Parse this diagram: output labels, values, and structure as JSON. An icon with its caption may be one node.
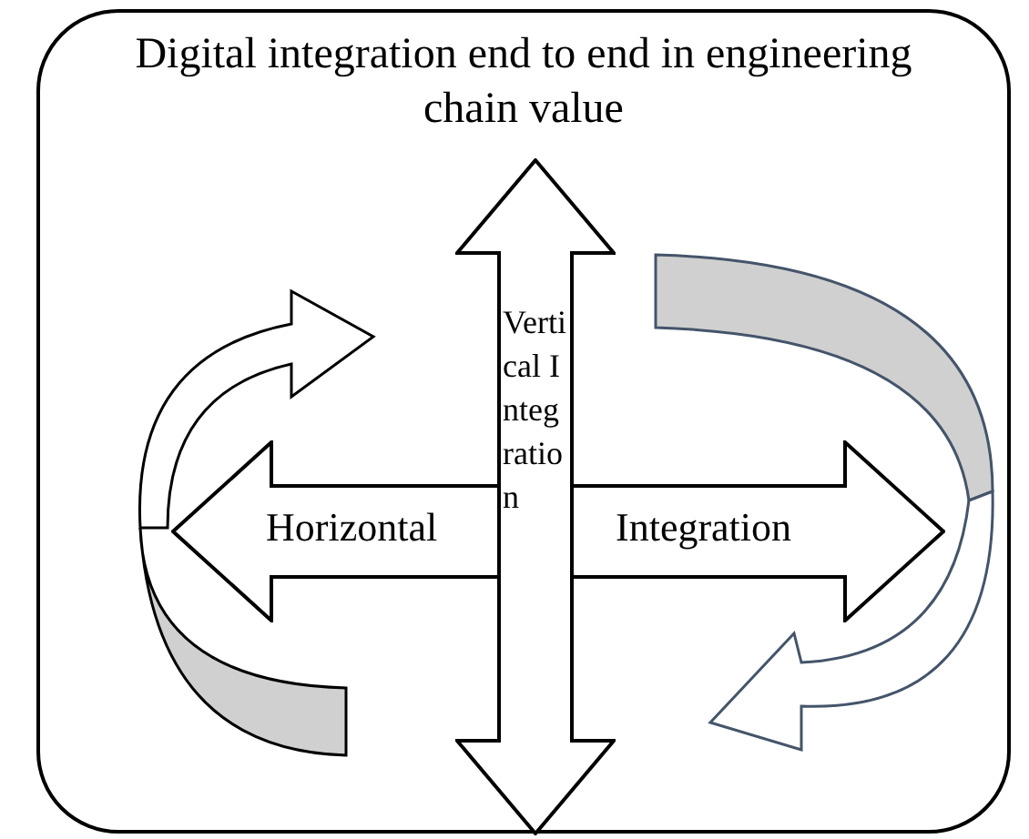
{
  "diagram": {
    "nodes": [
      {
        "text": [
          "Digital integration end to end in engineering chain value"
        ]
      },
      {
        "text": [
          "Horizontal",
          "Integration"
        ],
        "in": 0
      },
      {
        "text": [
          "Vertical Integration"
        ],
        "in": 0
      }
    ]
  }
}
